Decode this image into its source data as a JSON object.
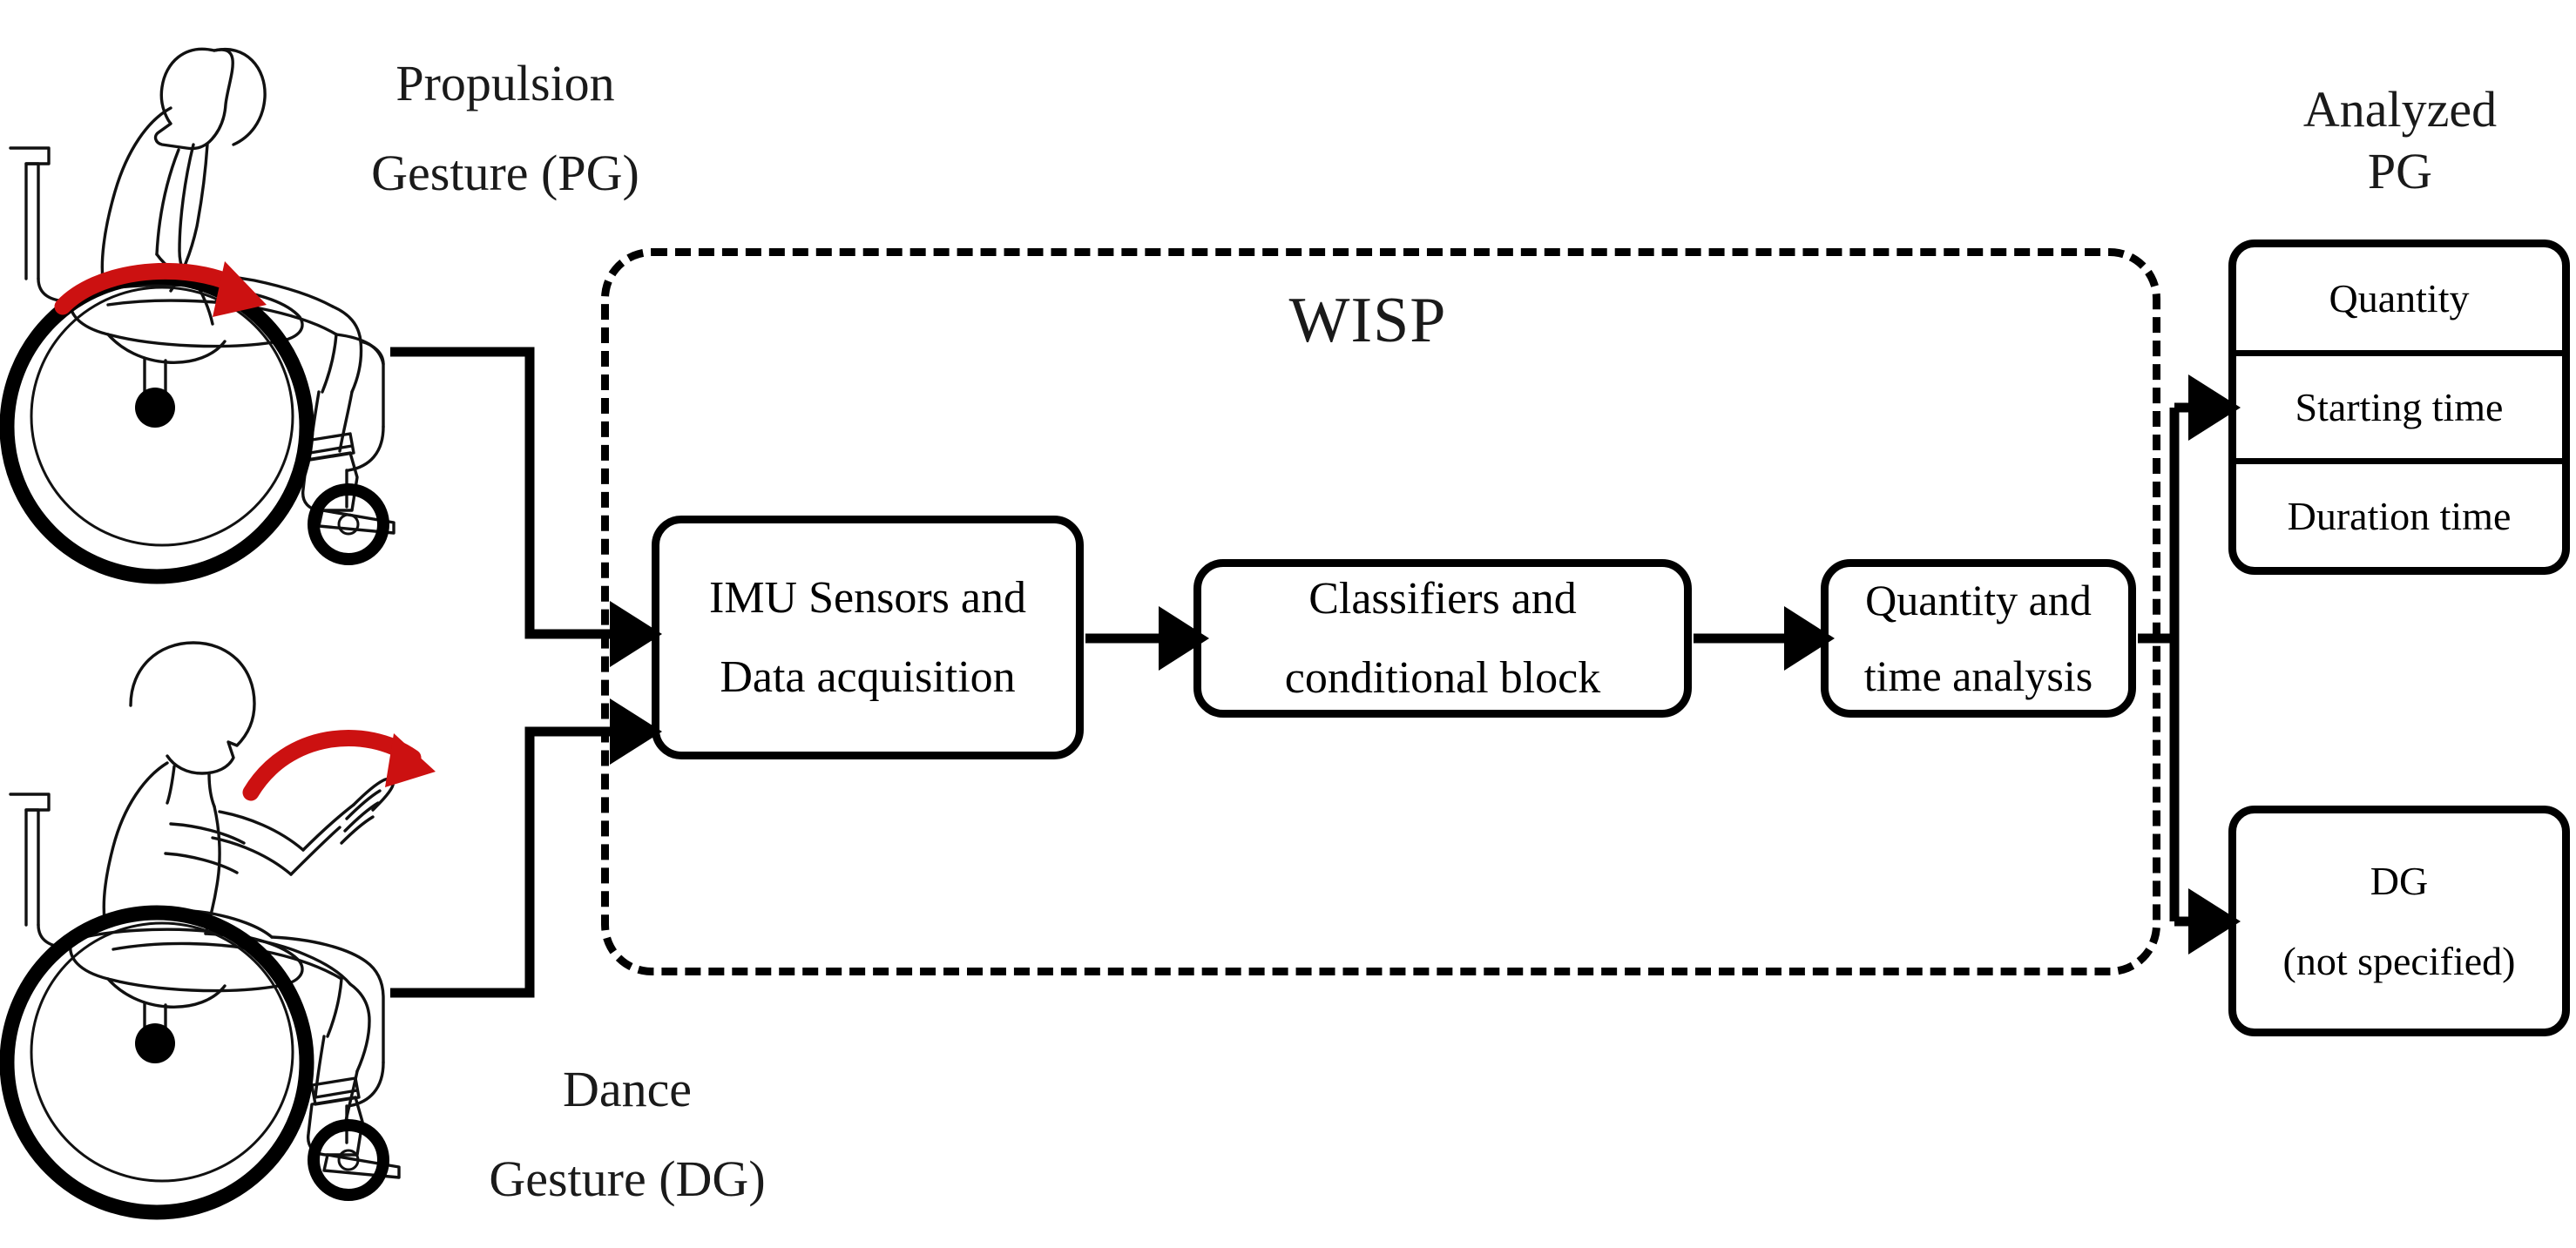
{
  "figure": {
    "type": "block-diagram",
    "background": "#ffffff",
    "line_color": "#000000",
    "accent_color": "#cc1111"
  },
  "inputs": {
    "top": {
      "label_line1": "Propulsion",
      "label_line2": "Gesture (PG)",
      "illustration": "wheelchair-user-propulsion-side-view",
      "arrow": "red-curved-arrow-forward-pushrim"
    },
    "bottom": {
      "label_line1": "Dance",
      "label_line2": "Gesture (DG)",
      "illustration": "wheelchair-user-dance-side-view",
      "arrow": "red-curved-arrow-overhead-hand"
    }
  },
  "wisp": {
    "title": "WISP",
    "border_style": "dashed",
    "stages": [
      {
        "id": "imu",
        "line1": "IMU Sensors and",
        "line2": "Data acquisition"
      },
      {
        "id": "classifier",
        "line1": "Classifiers  and",
        "line2": "conditional block"
      },
      {
        "id": "quantity",
        "line1": "Quantity and",
        "line2": "time analysis"
      }
    ]
  },
  "outputs": {
    "analyzed": {
      "heading_line1": "Analyzed",
      "heading_line2": "PG",
      "rows": [
        "Quantity",
        "Starting time",
        "Duration time"
      ]
    },
    "dance": {
      "line1": "DG",
      "line2": "(not specified)"
    }
  }
}
